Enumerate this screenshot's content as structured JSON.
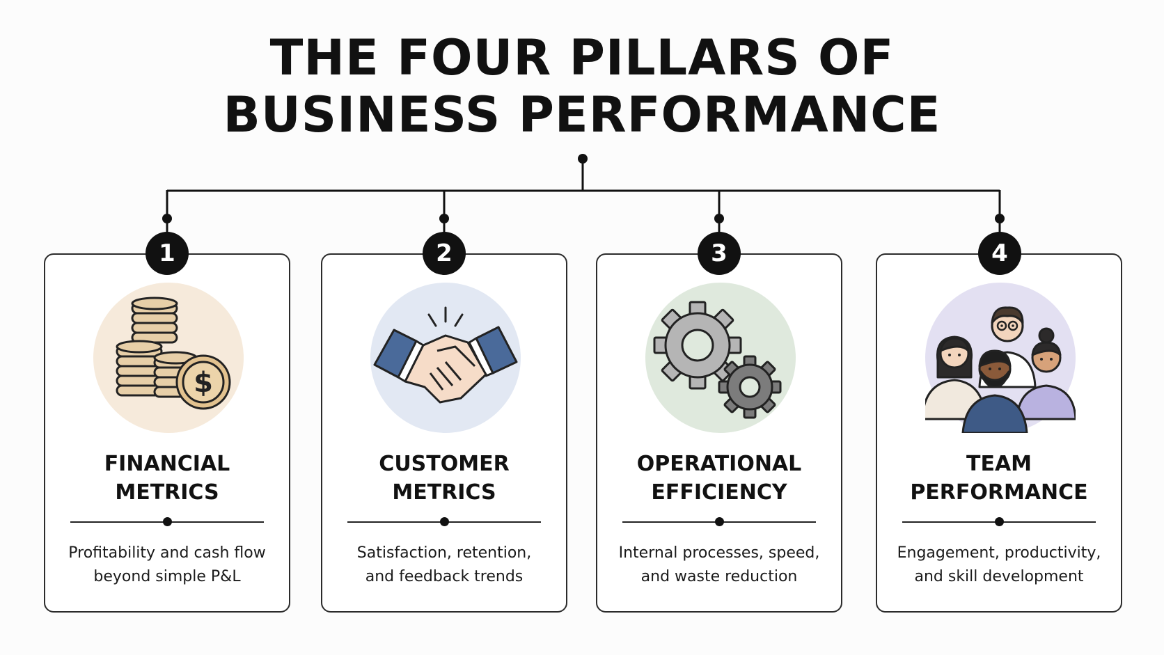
{
  "title": {
    "line1": "THE FOUR PILLARS OF",
    "line2": "BUSINESS PERFORMANCE"
  },
  "pillars": [
    {
      "number": "1",
      "title_line1": "FINANCIAL",
      "title_line2": "METRICS",
      "desc_line1": "Profitability and cash flow",
      "desc_line2": "beyond simple P&L",
      "icon": "coins-dollar-icon",
      "circle_color": "#f6eadb"
    },
    {
      "number": "2",
      "title_line1": "CUSTOMER",
      "title_line2": "METRICS",
      "desc_line1": "Satisfaction, retention,",
      "desc_line2": "and feedback trends",
      "icon": "handshake-icon",
      "circle_color": "#e2e8f3"
    },
    {
      "number": "3",
      "title_line1": "OPERATIONAL",
      "title_line2": "EFFICIENCY",
      "desc_line1": "Internal processes, speed,",
      "desc_line2": "and waste reduction",
      "icon": "gears-icon",
      "circle_color": "#dfe9dd"
    },
    {
      "number": "4",
      "title_line1": "TEAM",
      "title_line2": "PERFORMANCE",
      "desc_line1": "Engagement, productivity,",
      "desc_line2": "and skill development",
      "icon": "team-people-icon",
      "circle_color": "#e3e0f2"
    }
  ]
}
